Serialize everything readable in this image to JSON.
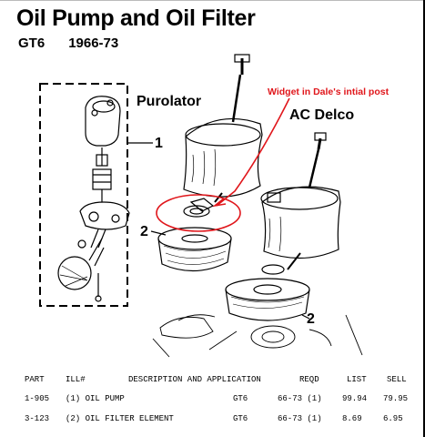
{
  "header": {
    "title": "Oil Pump and Oil Filter",
    "model": "GT6",
    "years": "1966-73"
  },
  "callouts": {
    "purolator": "Purolator",
    "ac_delco": "AC Delco",
    "item_1": "1",
    "item_2_left": "2",
    "item_2_right": "2",
    "annotation": "Widget in Dale's intial post"
  },
  "colors": {
    "annotation": "#e0161b",
    "ink": "#000000"
  },
  "parts_table": {
    "columns": [
      "PART",
      "ILL#",
      "DESCRIPTION AND APPLICATION",
      "",
      "REQD",
      "LIST",
      "SELL"
    ],
    "rows": [
      [
        "1-905",
        "(1) OIL PUMP",
        "",
        "GT6",
        "66-73 (1)",
        "99.94",
        "79.95"
      ],
      [
        "3-123",
        "(2) OIL FILTER ELEMENT",
        "",
        "GT6",
        "66-73 (1)",
        "8.69",
        "6.95"
      ]
    ]
  }
}
